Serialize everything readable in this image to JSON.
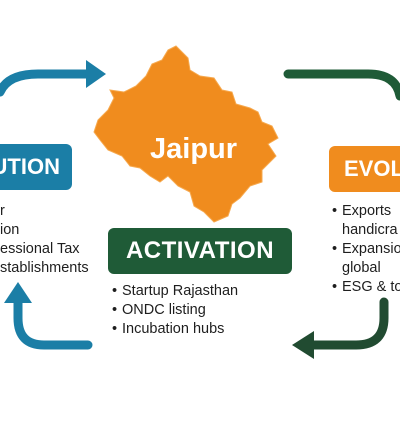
{
  "colors": {
    "blue": "#1b7ea6",
    "green": "#1f5b37",
    "orange": "#f08c1e",
    "dark_green_arrow": "#214b31"
  },
  "map": {
    "label": "Jaipur"
  },
  "stages": {
    "left": {
      "label": "UTION",
      "items": [
        "r",
        "ion",
        "essional Tax",
        "stablishments"
      ]
    },
    "center": {
      "label": "ACTIVATION",
      "items": [
        "Startup Rajasthan",
        "ONDC listing",
        "Incubation hubs"
      ]
    },
    "right": {
      "label": "EVOL",
      "items": [
        {
          "text": "Exports",
          "bullet": true
        },
        {
          "text": "handicra",
          "bullet": false
        },
        {
          "text": "Expansio",
          "bullet": true
        },
        {
          "text": "global",
          "bullet": false
        },
        {
          "text": "ESG & to",
          "bullet": true
        }
      ]
    }
  },
  "icons": [
    "cycle-arrow-top-left-icon",
    "cycle-arrow-top-right-icon",
    "cycle-arrow-bottom-right-icon",
    "cycle-arrow-bottom-left-icon"
  ]
}
